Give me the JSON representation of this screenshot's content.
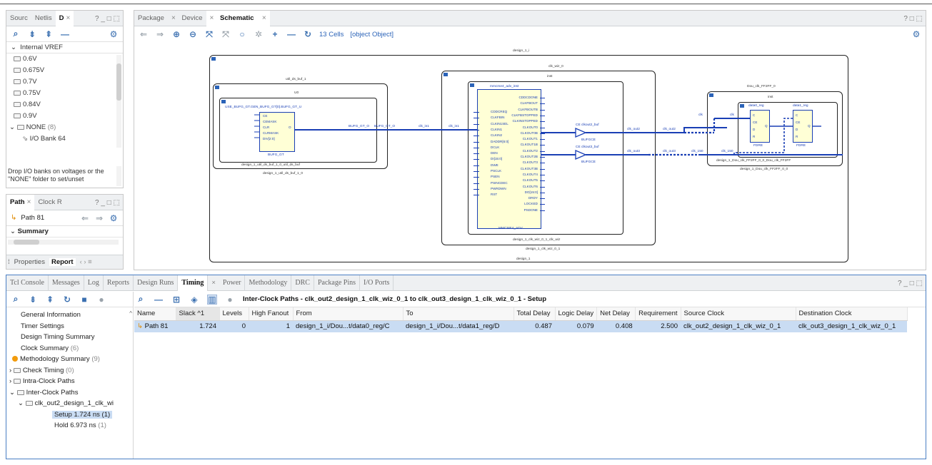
{
  "left_top": {
    "tabs": [
      "Sourc",
      "Netlis",
      "D"
    ],
    "ctl": "? _ □ ⬚",
    "group": "Internal VREF",
    "items": [
      "0.6V",
      "0.675V",
      "0.7V",
      "0.75V",
      "0.84V",
      "0.9V"
    ],
    "none_label": "NONE",
    "none_count": "(8)",
    "bank": "I/O Bank 64",
    "hint": "Drop I/O banks on voltages or the \"NONE\" folder to set/unset"
  },
  "left_mid": {
    "tabs": [
      "Path",
      "Clock R"
    ],
    "ctl": "? _ □ ⬚",
    "path_name": "Path 81",
    "summary": "Summary",
    "bottom_tabs": [
      "Properties",
      "Report"
    ]
  },
  "schem": {
    "tabs": [
      "Package",
      "Device",
      "Schematic"
    ],
    "ctl": "? □ ⬚",
    "cells": "13 Cells",
    "nets": {
      "bufg_o": "BUFG_GT_O",
      "bufg_o2": "BUFG_GT_O",
      "clk_in1": "clk_in1",
      "clk_in1b": "clk_in1",
      "clk_out2": "clk_out2",
      "clk_out2b": "clk_out2",
      "clk_out3": "clk_out3",
      "clk_out3b": "clk_out3",
      "clk": "clk",
      "clk2": "clk",
      "clk_150": "clk_150",
      "clk_150b": "clk_150"
    },
    "design_top": "design_1_i",
    "design_bot": "design_1",
    "clkwiz": "clk_wiz_0",
    "inst": "inst",
    "utilbuf": "util_ds_buf_1",
    "u0": "U0",
    "bufg_path": "USE_BUFG_GT.GEN_BUFG_GT[0].BUFG_GT_U",
    "bufg_pins": [
      "CE",
      "CEMASK",
      "CLR",
      "CLRMASK",
      "DIV[2:0]"
    ],
    "bufg_pin_o": "O",
    "bufg_name": "BUFG_GT",
    "bufg_inst": "design_1_util_ds_buf_1_0_util_ds_buf",
    "bufg_outer": "design_1_util_ds_buf_1_0",
    "mmcm_title": "mmcme4_adv_inst",
    "mmcm_left": [
      "CDDCREQ",
      "CLKFBIN",
      "CLKIN1SEL",
      "CLKIN1",
      "CLKIN2",
      "DADDR[6:0]",
      "DCLK",
      "DEN",
      "DI[15:0]",
      "DWE",
      "PSCLK",
      "PSEN",
      "PSINCDEC",
      "PWRDWN",
      "RST"
    ],
    "mmcm_right": [
      "CDDCDONE",
      "CLKFBOUT",
      "CLKFBOUTB",
      "CLKFBSTOPPED",
      "CLKINSTOPPED",
      "CLKOUT0",
      "CLKOUT0B",
      "CLKOUT1",
      "CLKOUT1B",
      "CLKOUT2",
      "CLKOUT2B",
      "CLKOUT3",
      "CLKOUT3B",
      "CLKOUT4",
      "CLKOUT5",
      "CLKOUT6",
      "DO[15:0]",
      "DRDY",
      "LOCKED",
      "PSDONE"
    ],
    "mmcm_name": "MMCME4_ADV",
    "clkwiz_inst": "design_1_clk_wiz_0_1_clk_wiz",
    "clkwiz_outer": "design_1_clk_wiz_0_1",
    "buf2": "clkout2_buf",
    "buf3": "clkout3_buf",
    "bufgce": "BUFGCE",
    "ce": "CE",
    "dou": "Dou_clk_FF2FF_0",
    "data0": "data0_reg",
    "data1": "data1_reg",
    "fdre": "FDRE",
    "ff_pins": [
      "C",
      "CE",
      "D",
      "R"
    ],
    "ff_q": "Q",
    "dou_inst": "design_1_Dou_clk_FF2FF_0_0_Dou_clk_FF2FF",
    "dou_outer": "design_1_Dou_clk_FF2FF_0_0"
  },
  "bottom": {
    "tabs": [
      "Tcl Console",
      "Messages",
      "Log",
      "Reports",
      "Design Runs",
      "Timing",
      "Power",
      "Methodology",
      "DRC",
      "Package Pins",
      "I/O Ports"
    ],
    "ctl": "? _ □ ⬚",
    "title": "Inter-Clock Paths - clk_out2_design_1_clk_wiz_0_1 to clk_out3_design_1_clk_wiz_0_1 - Setup",
    "tree": {
      "general": "General Information",
      "timer": "Timer Settings",
      "dts": "Design Timing Summary",
      "clock_summary": "Clock Summary",
      "clock_count": "(6)",
      "method": "Methodology Summary",
      "method_count": "(9)",
      "check": "Check Timing",
      "check_count": "(0)",
      "intra": "Intra-Clock Paths",
      "inter": "Inter-Clock Paths",
      "clk_group": "clk_out2_design_1_clk_wi",
      "setup": "Setup 1.724 ns (1)",
      "hold": "Hold",
      "hold_val": "6.973 ns",
      "hold_count": "(1)"
    },
    "columns": [
      "Name",
      "Slack ^1",
      "Levels",
      "High Fanout",
      "From",
      "To",
      "Total Delay",
      "Logic Delay",
      "Net Delay",
      "Requirement",
      "Source Clock",
      "Destination Clock"
    ],
    "row": {
      "name": "Path 81",
      "slack": "1.724",
      "levels": "0",
      "fanout": "1",
      "from": "design_1_i/Dou...t/data0_reg/C",
      "to": "design_1_i/Dou...t/data1_reg/D",
      "total": "0.487",
      "logic": "0.079",
      "net": "0.408",
      "req": "2.500",
      "src": "clk_out2_design_1_clk_wiz_0_1",
      "dst": "clk_out3_design_1_clk_wiz_0_1"
    }
  }
}
